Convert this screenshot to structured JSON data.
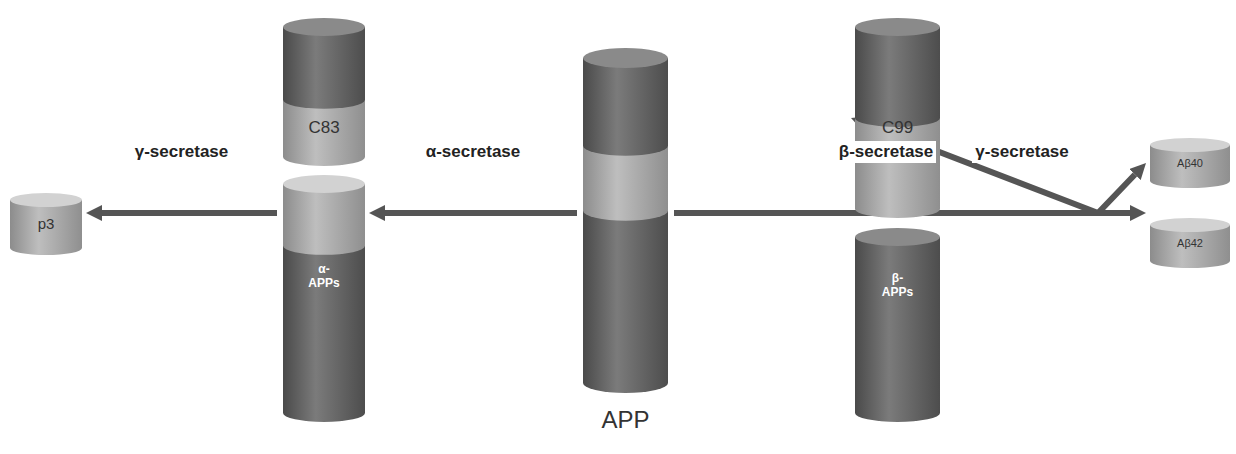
{
  "diagram": {
    "nodes": [
      {
        "text": [
          "p3"
        ]
      },
      {
        "text": [
          "C83"
        ]
      },
      {
        "text": [
          "α- APPs"
        ]
      },
      {
        "text": [
          "APP"
        ]
      },
      {
        "text": [
          "C99"
        ]
      },
      {
        "text": [
          "β- APPs"
        ]
      },
      {
        "text": [
          "Aβ40"
        ]
      },
      {
        "text": [
          "Aβ42"
        ]
      }
    ],
    "edges": [
      {
        "from": 3,
        "to": 2,
        "arrow": "to",
        "label": "α-secretase"
      },
      {
        "from": 2,
        "to": 0,
        "arrow": "to",
        "label": "γ-secretase"
      },
      {
        "from": 3,
        "to": 4,
        "arrow": "to",
        "label": "β-secretase"
      },
      {
        "from": 4,
        "to": 6,
        "arrow": "to",
        "label": "γ-secretase"
      },
      {
        "from": 4,
        "to": 7,
        "arrow": "to"
      }
    ]
  }
}
